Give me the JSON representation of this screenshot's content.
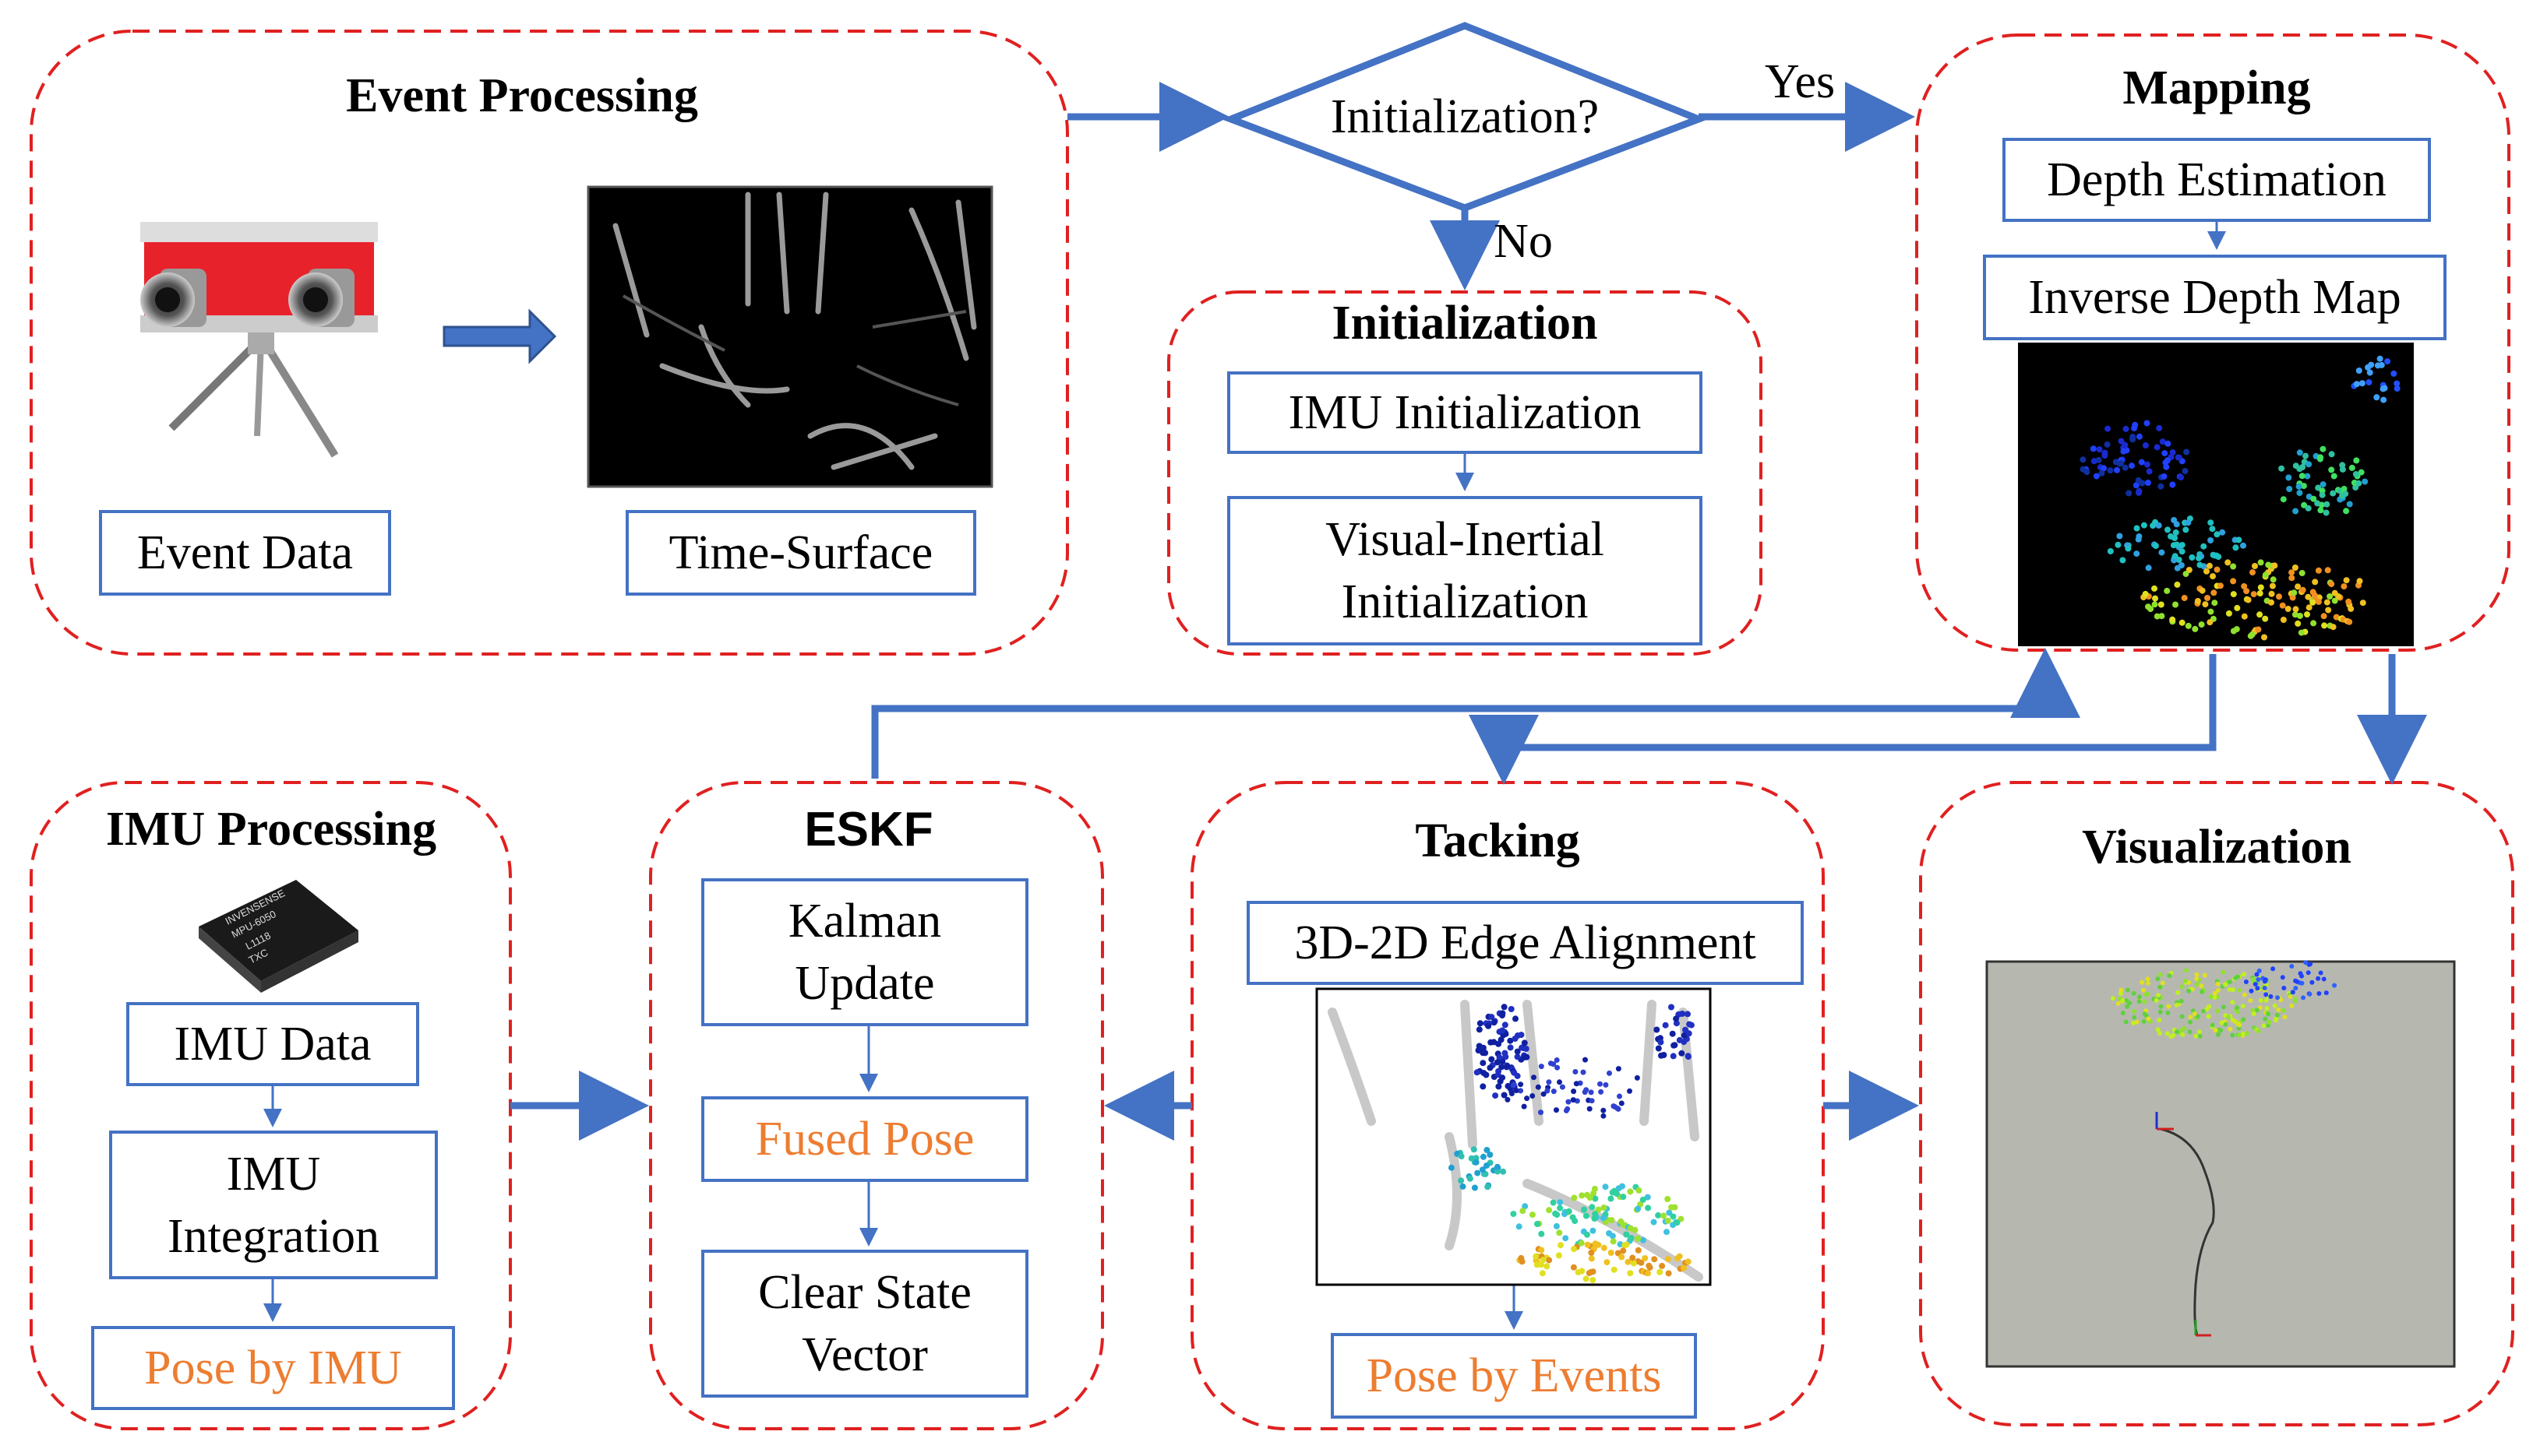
{
  "groups": {
    "event_processing": {
      "title": "Event Processing",
      "event_data": "Event Data",
      "time_surface": "Time-Surface"
    },
    "initialization": {
      "title": "Initialization",
      "imu_init": "IMU Initialization",
      "vi_init_line1": "Visual-Inertial",
      "vi_init_line2": "Initialization"
    },
    "mapping": {
      "title": "Mapping",
      "depth_estimation": "Depth Estimation",
      "inverse_depth_map": "Inverse Depth Map"
    },
    "imu_processing": {
      "title": "IMU Processing",
      "imu_data": "IMU Data",
      "imu_integration_line1": "IMU",
      "imu_integration_line2": "Integration",
      "pose_by_imu": "Pose by IMU"
    },
    "eskf": {
      "title": "ESKF",
      "kalman_line1": "Kalman",
      "kalman_line2": "Update",
      "fused_pose": "Fused Pose",
      "clear_line1": "Clear State",
      "clear_line2": "Vector"
    },
    "tracking": {
      "title": "Tacking",
      "edge_alignment": "3D-2D Edge Alignment",
      "pose_by_events": "Pose by Events"
    },
    "visualization": {
      "title": "Visualization"
    }
  },
  "decision": {
    "question": "Initialization?",
    "yes": "Yes",
    "no": "No"
  },
  "chip_text": {
    "line1": "INVENSENSE",
    "line2": "MPU-6050",
    "line3": "L1118",
    "line4": "TXC"
  },
  "colors": {
    "box_border": "#4472C4",
    "group_border": "#E02020",
    "arrow": "#4472C4",
    "highlight_text": "#ED7D31"
  }
}
